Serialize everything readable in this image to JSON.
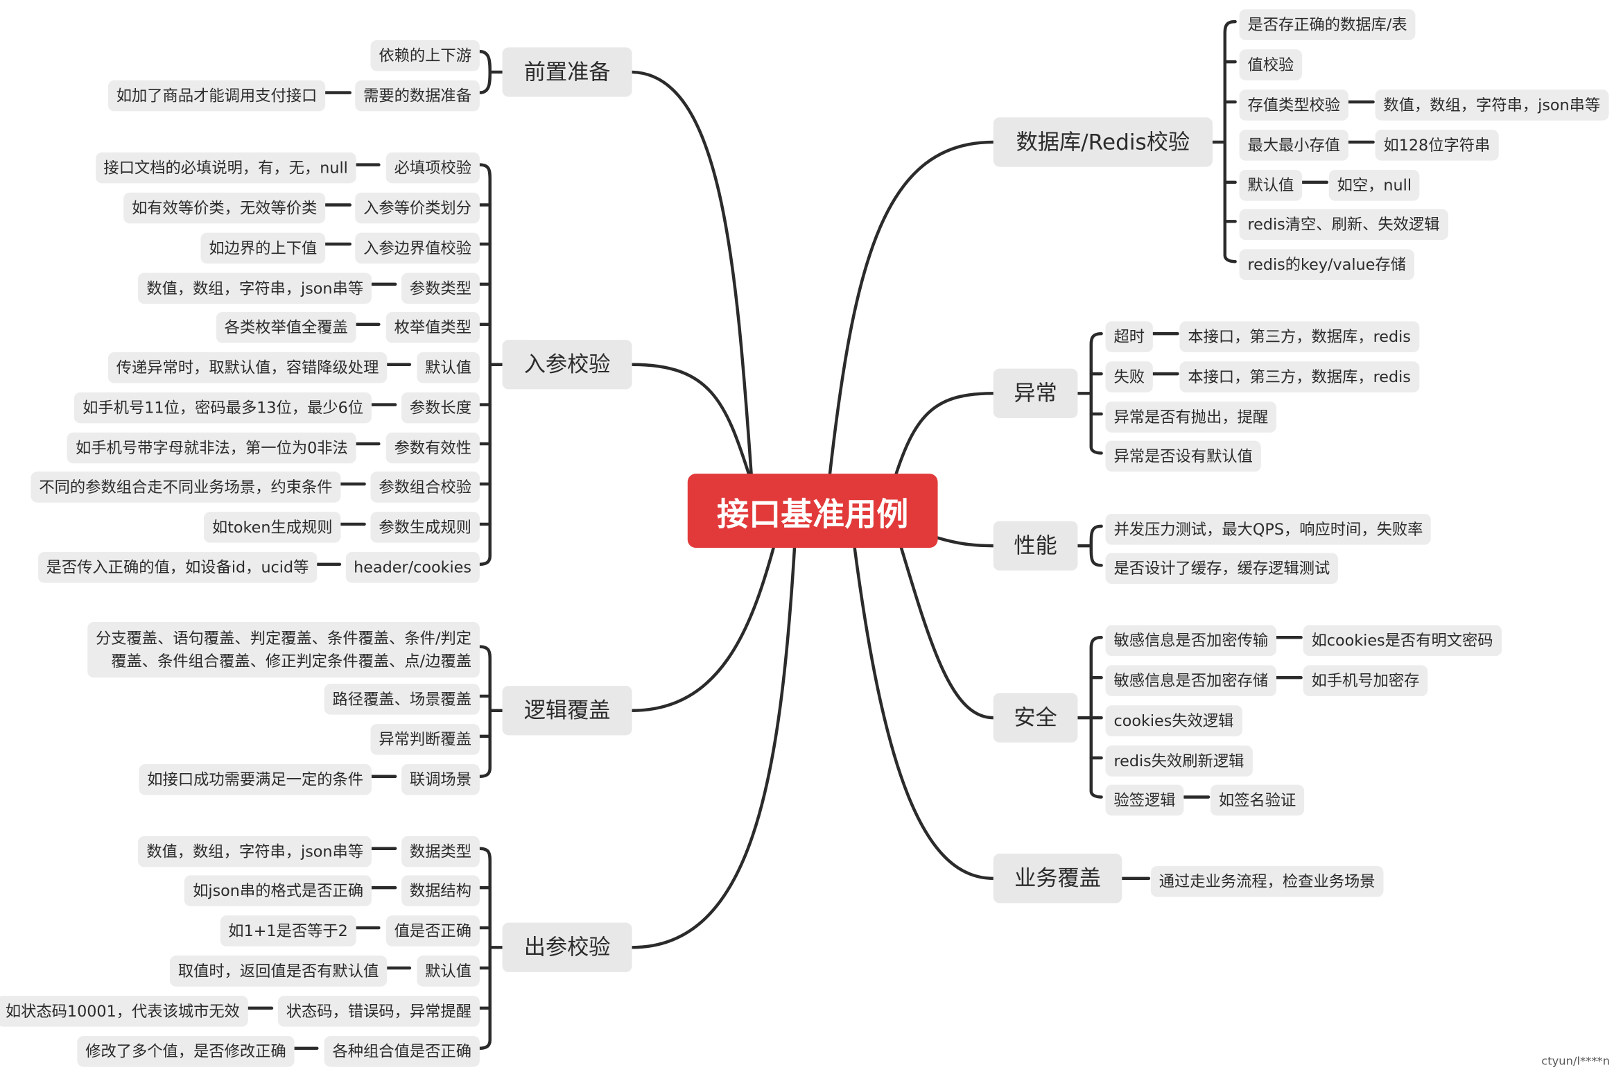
{
  "root": "接口基准用例",
  "left": {
    "prep": {
      "title": "前置准备",
      "items": [
        {
          "label": "依赖的上下游"
        },
        {
          "label": "需要的数据准备",
          "note": "如加了商品才能调用支付接口"
        }
      ]
    },
    "input": {
      "title": "入参校验",
      "items": [
        {
          "label": "必填项校验",
          "note": "接口文档的必填说明，有，无，null"
        },
        {
          "label": "入参等价类划分",
          "note": "如有效等价类，无效等价类"
        },
        {
          "label": "入参边界值校验",
          "note": "如边界的上下值"
        },
        {
          "label": "参数类型",
          "note": "数值，数组，字符串，json串等"
        },
        {
          "label": "枚举值类型",
          "note": "各类枚举值全覆盖"
        },
        {
          "label": "默认值",
          "note": "传递异常时，取默认值，容错降级处理"
        },
        {
          "label": "参数长度",
          "note": "如手机号11位，密码最多13位，最少6位"
        },
        {
          "label": "参数有效性",
          "note": "如手机号带字母就非法，第一位为0非法"
        },
        {
          "label": "参数组合校验",
          "note": "不同的参数组合走不同业务场景，约束条件"
        },
        {
          "label": "参数生成规则",
          "note": "如token生成规则"
        },
        {
          "label": "header/cookies",
          "note": "是否传入正确的值，如设备id，ucid等"
        }
      ]
    },
    "logic": {
      "title": "逻辑覆盖",
      "items": [
        {
          "line1": "分支覆盖、语句覆盖、判定覆盖、条件覆盖、条件/判定",
          "line2": "覆盖、条件组合覆盖、修正判定条件覆盖、点/边覆盖"
        },
        {
          "label": "路径覆盖、场景覆盖"
        },
        {
          "label": "异常判断覆盖"
        },
        {
          "label": "联调场景",
          "note": "如接口成功需要满足一定的条件"
        }
      ]
    },
    "output": {
      "title": "出参校验",
      "items": [
        {
          "label": "数据类型",
          "note": "数值，数组，字符串，json串等"
        },
        {
          "label": "数据结构",
          "note": "如json串的格式是否正确"
        },
        {
          "label": "值是否正确",
          "note": "如1+1是否等于2"
        },
        {
          "label": "默认值",
          "note": "取值时，返回值是否有默认值"
        },
        {
          "label": "状态码，错误码，异常提醒",
          "note": "如状态码10001，代表该城市无效"
        },
        {
          "label": "各种组合值是否正确",
          "note": "修改了多个值，是否修改正确"
        }
      ]
    }
  },
  "right": {
    "db": {
      "title": "数据库/Redis校验",
      "items": [
        {
          "label": "是否存正确的数据库/表"
        },
        {
          "label": "值校验"
        },
        {
          "label": "存值类型校验",
          "note": "数值，数组，字符串，json串等"
        },
        {
          "label": "最大最小存值",
          "note": "如128位字符串"
        },
        {
          "label": "默认值",
          "note": "如空，null"
        },
        {
          "label": "redis清空、刷新、失效逻辑"
        },
        {
          "label": "redis的key/value存储"
        }
      ]
    },
    "exception": {
      "title": "异常",
      "items": [
        {
          "label": "超时",
          "note": "本接口，第三方，数据库，redis"
        },
        {
          "label": "失败",
          "note": "本接口，第三方，数据库，redis"
        },
        {
          "label": "异常是否有抛出，提醒"
        },
        {
          "label": "异常是否设有默认值"
        }
      ]
    },
    "perf": {
      "title": "性能",
      "items": [
        {
          "label": "并发压力测试，最大QPS，响应时间，失败率"
        },
        {
          "label": "是否设计了缓存，缓存逻辑测试"
        }
      ]
    },
    "security": {
      "title": "安全",
      "items": [
        {
          "label": "敏感信息是否加密传输",
          "note": "如cookies是否有明文密码"
        },
        {
          "label": "敏感信息是否加密存储",
          "note": "如手机号加密存"
        },
        {
          "label": "cookies失效逻辑"
        },
        {
          "label": "redis失效刷新逻辑"
        },
        {
          "label": "验签逻辑",
          "note": "如签名验证"
        }
      ]
    },
    "business": {
      "title": "业务覆盖",
      "items": [
        {
          "label": "通过走业务流程，检查业务场景"
        }
      ]
    }
  },
  "watermark": "ctyun/l****n",
  "colors": {
    "root": "#e23a3a",
    "line": "#2b2b2b",
    "node": "#ececec"
  }
}
